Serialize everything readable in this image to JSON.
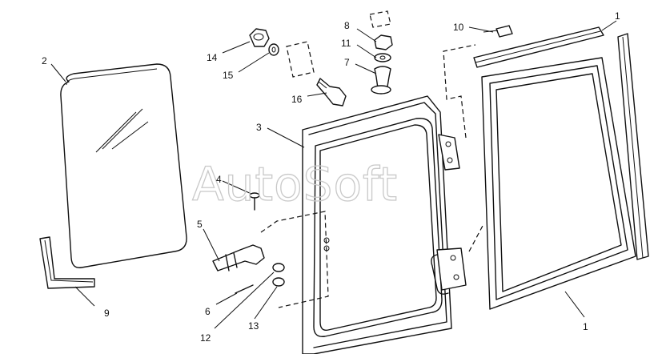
{
  "watermark": "AutoSoft",
  "callouts": {
    "c1a": "1",
    "c1b": "1",
    "c2": "2",
    "c3": "3",
    "c4": "4",
    "c5": "5",
    "c6": "6",
    "c7": "7",
    "c8": "8",
    "c9": "9",
    "c10": "10",
    "c11": "11",
    "c12": "12",
    "c13": "13",
    "c14": "14",
    "c15": "15",
    "c16": "16"
  }
}
